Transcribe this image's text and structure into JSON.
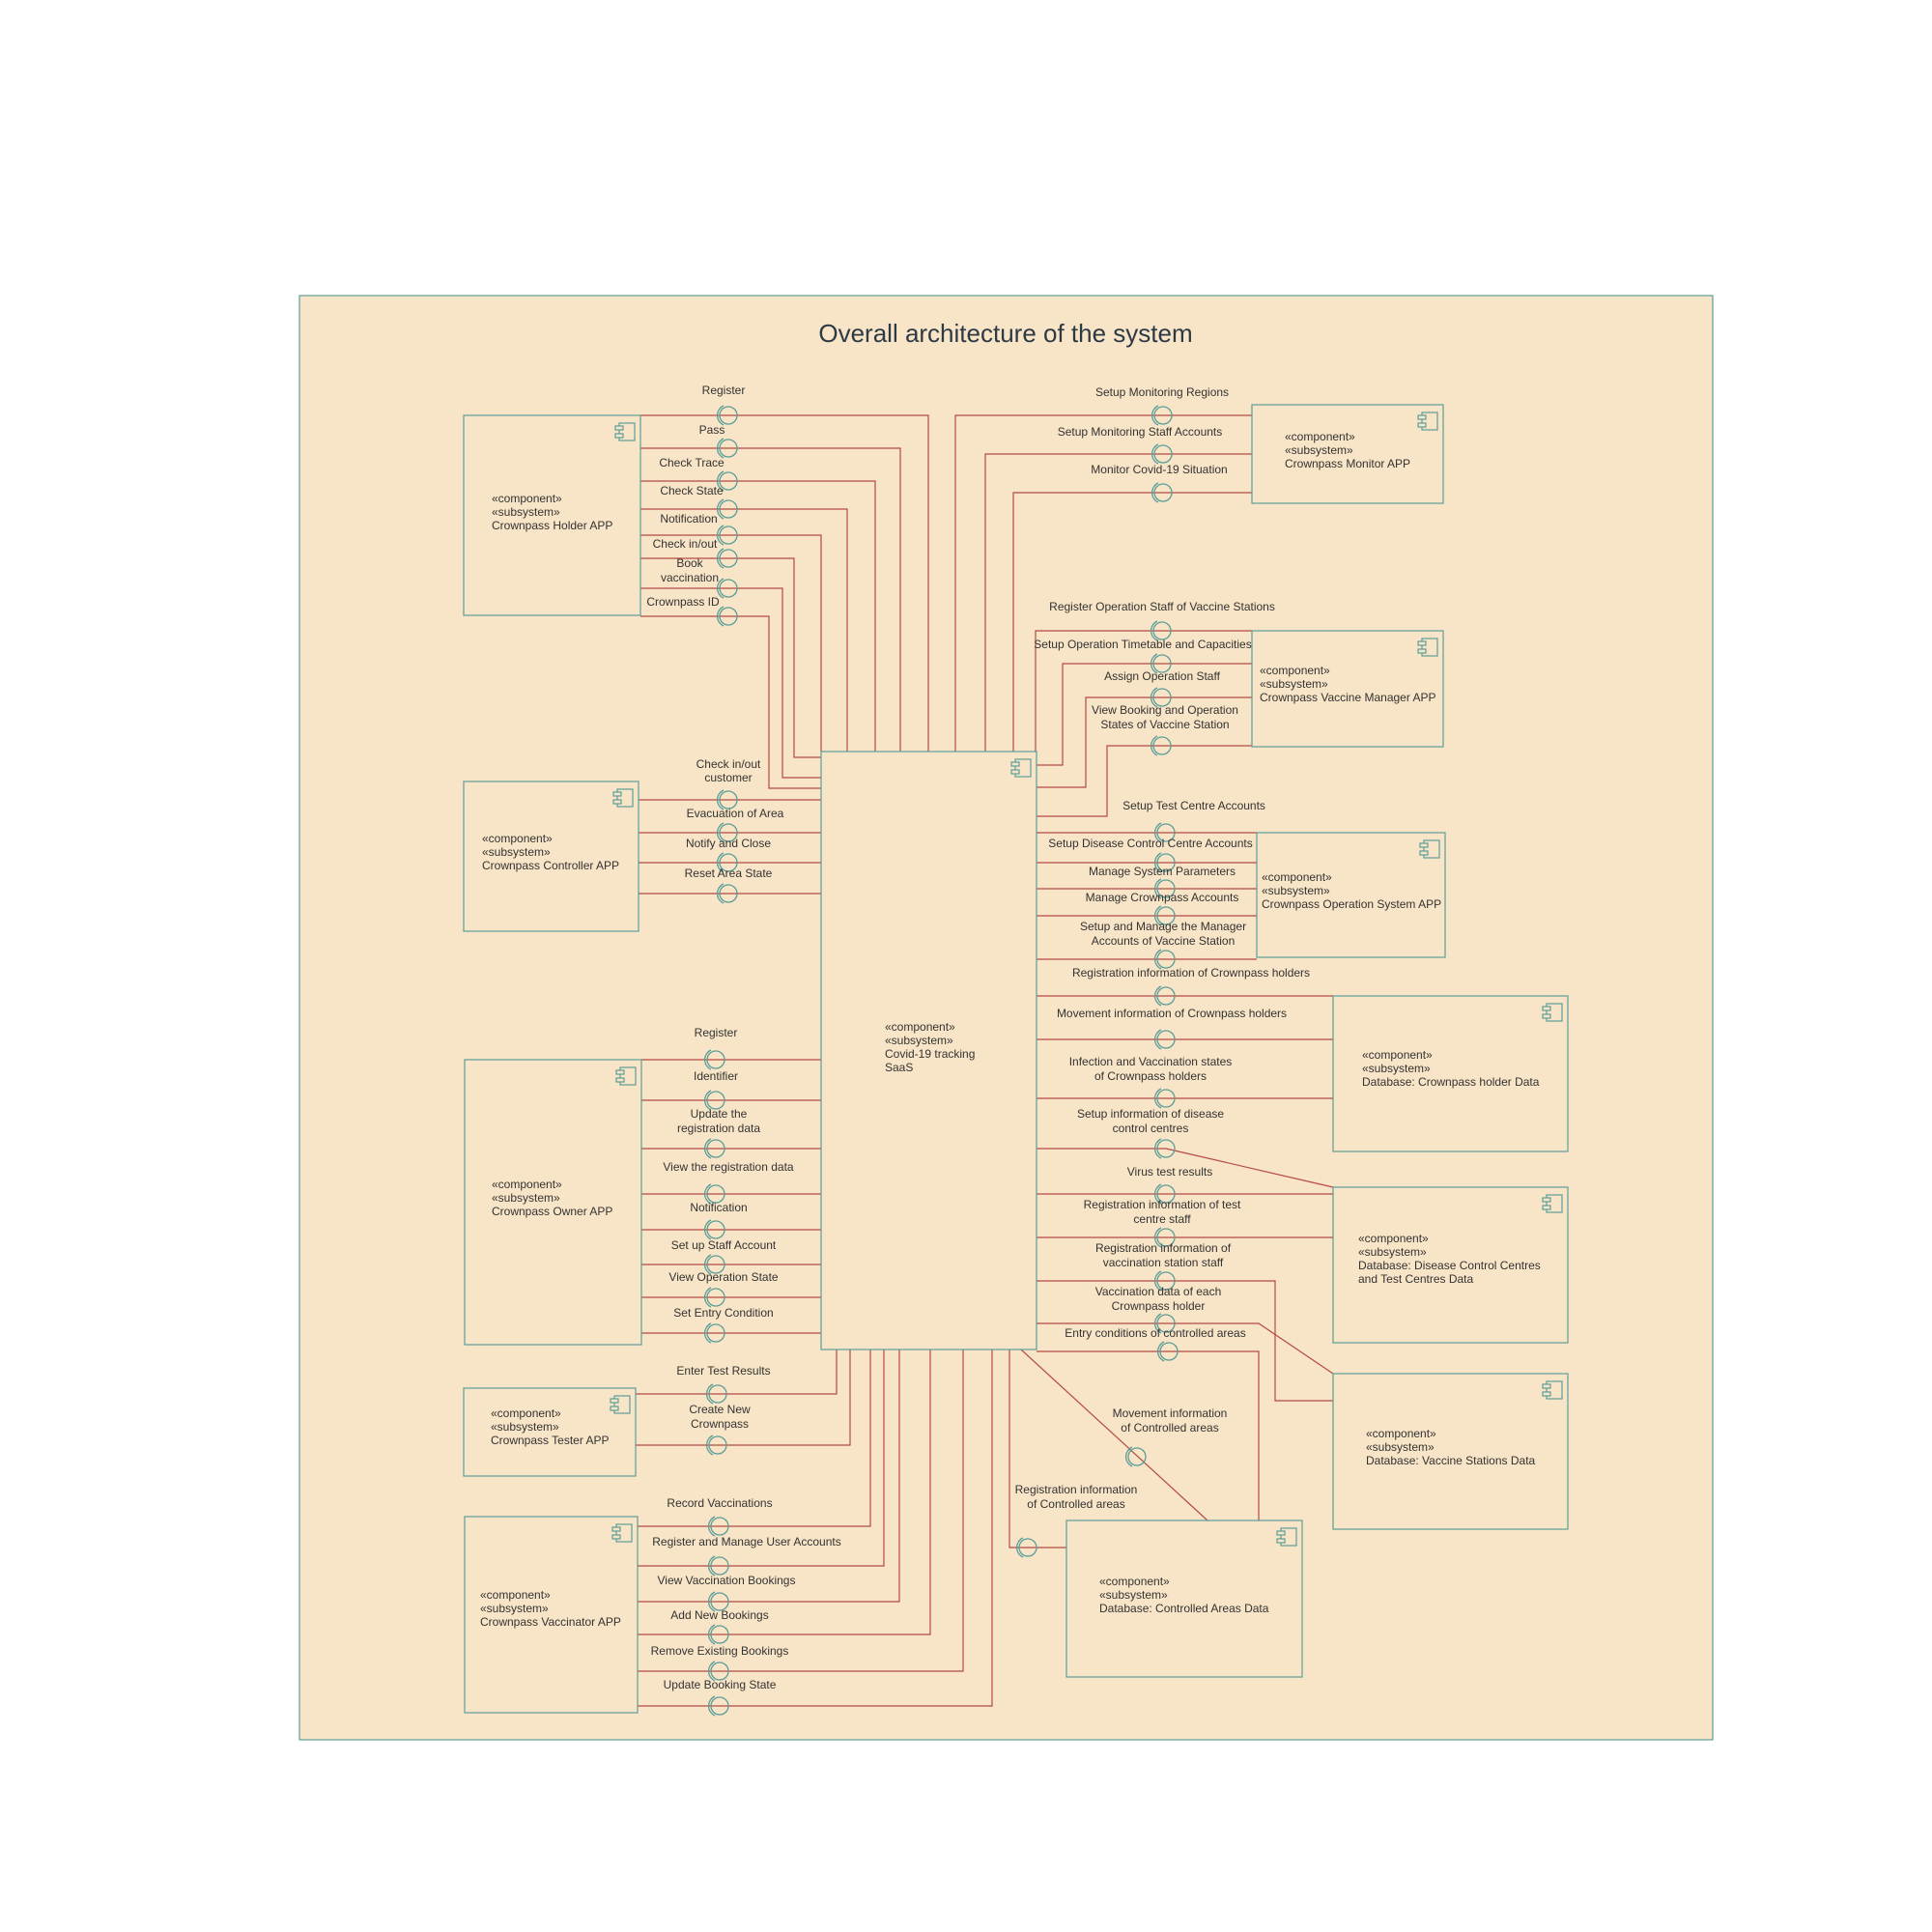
{
  "title": "Overall architecture of the system",
  "colors": {
    "background": "#f8e4c6",
    "frame": "#5b9e99",
    "connector": "#b54a44",
    "text": "#333333"
  },
  "stereotypes": {
    "component": "«component»",
    "subsystem": "«subsystem»"
  },
  "central": {
    "name": "Covid-19 tracking SaaS",
    "lines": [
      "Covid-19 tracking",
      "SaaS"
    ]
  },
  "components": [
    {
      "id": "holder",
      "lines": [
        "Crownpass Holder APP"
      ],
      "interfaces": [
        [
          "Register"
        ],
        [
          "Pass"
        ],
        [
          "Check Trace"
        ],
        [
          "Check State"
        ],
        [
          "Notification"
        ],
        [
          "Check in/out"
        ],
        [
          "Book",
          "vaccination"
        ],
        [
          "Crownpass ID"
        ]
      ]
    },
    {
      "id": "controller",
      "lines": [
        "Crownpass Controller APP"
      ],
      "interfaces": [
        [
          "Check in/out",
          "customer"
        ],
        [
          "Evacuation of Area"
        ],
        [
          "Notify and Close"
        ],
        [
          "Reset Area State"
        ]
      ]
    },
    {
      "id": "owner",
      "lines": [
        "Crownpass Owner APP"
      ],
      "interfaces": [
        [
          "Register"
        ],
        [
          "Identifier"
        ],
        [
          "Update the",
          "registration data"
        ],
        [
          "View the registration data"
        ],
        [
          "Notification"
        ],
        [
          "Set up Staff Account"
        ],
        [
          "View Operation State"
        ],
        [
          "Set Entry Condition"
        ]
      ]
    },
    {
      "id": "tester",
      "lines": [
        "Crownpass Tester APP"
      ],
      "interfaces": [
        [
          "Enter Test Results"
        ],
        [
          "Create New",
          "Crownpass"
        ]
      ]
    },
    {
      "id": "vaccinator",
      "lines": [
        "Crownpass Vaccinator APP"
      ],
      "interfaces": [
        [
          "Record Vaccinations"
        ],
        [
          "Register and Manage User Accounts"
        ],
        [
          "View Vaccination Bookings"
        ],
        [
          "Add New Bookings"
        ],
        [
          "Remove Existing Bookings"
        ],
        [
          "Update Booking State"
        ]
      ]
    },
    {
      "id": "monitor",
      "lines": [
        "Crownpass Monitor APP"
      ],
      "interfaces": [
        [
          "Setup Monitoring Regions"
        ],
        [
          "Setup Monitoring Staff Accounts"
        ],
        [
          "Monitor Covid-19 Situation"
        ]
      ]
    },
    {
      "id": "vaccine_manager",
      "lines": [
        "Crownpass Vaccine Manager APP"
      ],
      "interfaces": [
        [
          "Register Operation Staff of Vaccine Stations"
        ],
        [
          "Setup Operation Timetable and Capacities"
        ],
        [
          "Assign Operation Staff"
        ],
        [
          "View Booking and Operation",
          "States of Vaccine Station"
        ]
      ]
    },
    {
      "id": "operation",
      "lines": [
        "Crownpass Operation System APP"
      ],
      "interfaces": [
        [
          "Setup Test Centre Accounts"
        ],
        [
          "Setup Disease Control Centre Accounts"
        ],
        [
          "Manage System Parameters"
        ],
        [
          "Manage Crownpass Accounts"
        ],
        [
          "Setup and Manage the Manager",
          "Accounts of Vaccine Station"
        ]
      ]
    },
    {
      "id": "db_holder",
      "lines": [
        "Database: Crownpass holder Data"
      ],
      "interfaces": [
        [
          "Registration information of Crownpass holders"
        ],
        [
          "Movement information of Crownpass holders"
        ],
        [
          "Infection and Vaccination states",
          "of Crownpass holders"
        ]
      ]
    },
    {
      "id": "db_disease",
      "lines": [
        "Database: Disease Control Centres",
        "and Test Centres Data"
      ],
      "interfaces": [
        [
          "Setup information of disease",
          "control centres"
        ],
        [
          "Virus test results"
        ],
        [
          "Registration information of test",
          "centre staff"
        ]
      ]
    },
    {
      "id": "db_vaccine",
      "lines": [
        "Database: Vaccine Stations Data"
      ],
      "interfaces": [
        [
          "Registration information of",
          "vaccination station staff"
        ],
        [
          "Vaccination data of each",
          "Crownpass holder"
        ]
      ]
    },
    {
      "id": "db_areas",
      "lines": [
        "Database: Controlled Areas Data"
      ],
      "interfaces": [
        [
          "Entry conditions of controlled areas"
        ],
        [
          "Movement information",
          "of Controlled areas"
        ],
        [
          "Registration information",
          "of Controlled areas"
        ]
      ]
    }
  ]
}
